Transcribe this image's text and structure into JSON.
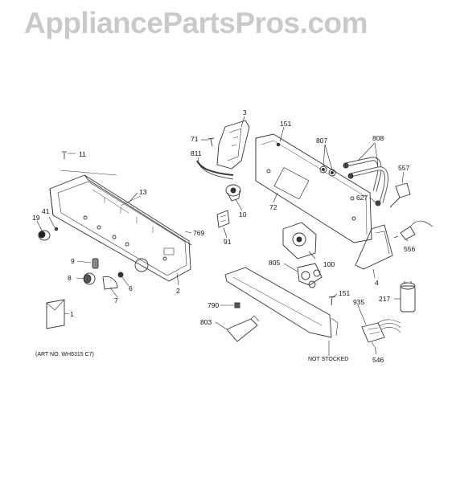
{
  "watermark": "AppliancePartsPros.com",
  "art_number": "(ART NO. WH6315 C7)",
  "not_stocked": "NOT STOCKED",
  "part_labels": {
    "p1": "1",
    "p2": "2",
    "p3": "3",
    "p4": "4",
    "p6": "6",
    "p7": "7",
    "p8": "8",
    "p9": "9",
    "p10": "10",
    "p11": "11",
    "p13": "13",
    "p19": "19",
    "p41": "41",
    "p71": "71",
    "p72": "72",
    "p91": "91",
    "p100": "100",
    "p151a": "151",
    "p151b": "151",
    "p217": "217",
    "p546": "546",
    "p556": "556",
    "p557": "557",
    "p627": "627",
    "p769": "769",
    "p790": "790",
    "p803": "803",
    "p805": "805",
    "p807": "807",
    "p808": "808",
    "p811": "811",
    "p935": "935"
  }
}
